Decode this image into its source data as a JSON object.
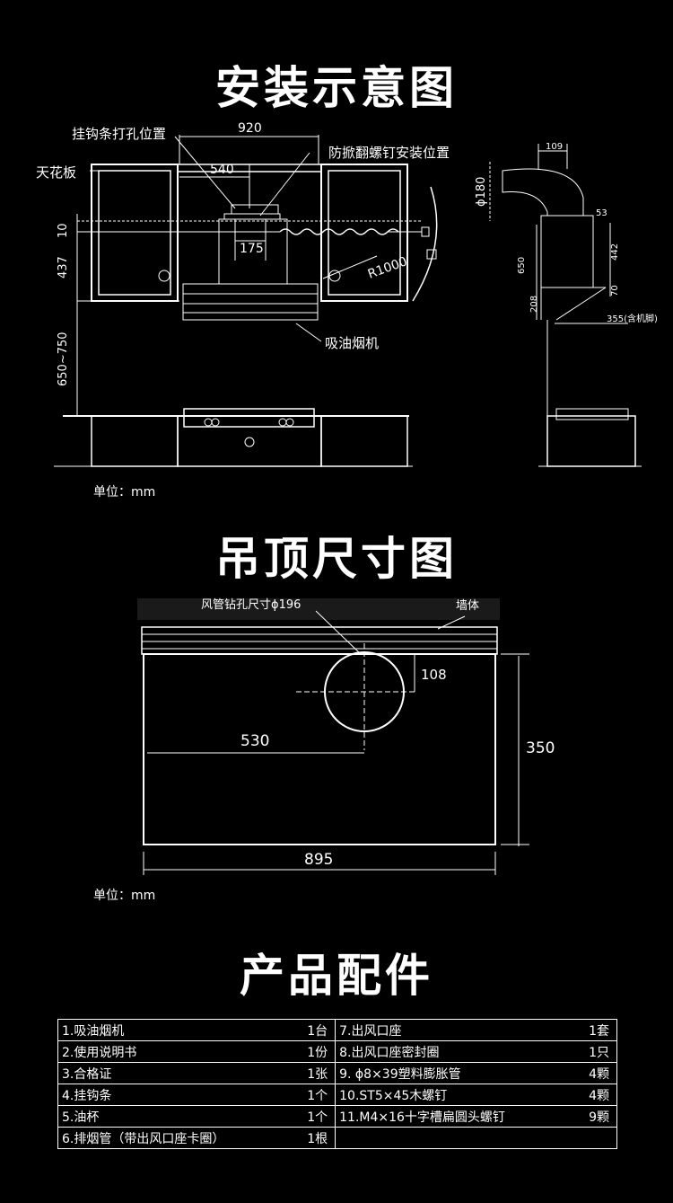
{
  "titles": {
    "install": "安装示意图",
    "ceiling": "吊顶尺寸图",
    "accessories": "产品配件"
  },
  "install_diagram": {
    "label_hook_holes": "挂钩条打孔位置",
    "label_anti_tip": "防掀翻螺钉安装位置",
    "label_ceiling": "天花板",
    "label_hood": "吸油烟机",
    "dim_920": "920",
    "dim_540": "540",
    "dim_175": "175",
    "dim_10": "10",
    "dim_437": "437",
    "dim_650_750": "650~750",
    "dim_r1000": "R1000",
    "side_phi180": "ϕ180",
    "side_109": "109",
    "side_53": "53",
    "side_442": "442",
    "side_650": "650",
    "side_70": "70",
    "side_208": "208",
    "side_355": "355(含机脚)",
    "unit": "单位：mm"
  },
  "ceiling_diagram": {
    "label_duct_hole": "风管钻孔尺寸ϕ196",
    "label_wall": "墙体",
    "dim_108": "108",
    "dim_530": "530",
    "dim_350": "350",
    "dim_895": "895",
    "unit": "单位：mm"
  },
  "accessories": {
    "rows": [
      {
        "left_name": "1.吸油烟机",
        "left_qty": "1台",
        "right_name": "7.出风口座",
        "right_qty": "1套"
      },
      {
        "left_name": "2.使用说明书",
        "left_qty": "1份",
        "right_name": "8.出风口座密封圈",
        "right_qty": "1只"
      },
      {
        "left_name": "3.合格证",
        "left_qty": "1张",
        "right_name": "9. ϕ8×39塑料膨胀管",
        "right_qty": "4颗"
      },
      {
        "left_name": "4.挂钩条",
        "left_qty": "1个",
        "right_name": "10.ST5×45木螺钉",
        "right_qty": "4颗"
      },
      {
        "left_name": "5.油杯",
        "left_qty": "1个",
        "right_name": "11.M4×16十字槽扁圆头螺钉",
        "right_qty": "9颗"
      },
      {
        "left_name": "6.排烟管（带出风口座卡圈）",
        "left_qty": "1根",
        "right_name": "",
        "right_qty": ""
      }
    ]
  }
}
